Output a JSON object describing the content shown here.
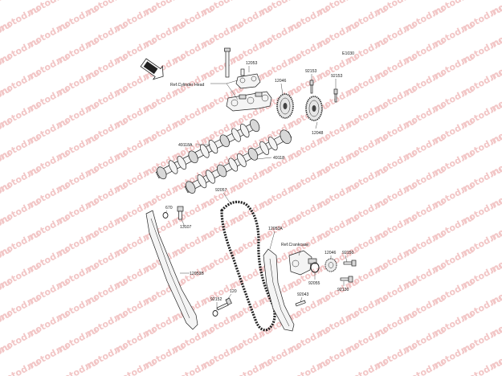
{
  "diagram": {
    "diagram_code": "E1030",
    "watermark_text": "motod.ru",
    "refs": {
      "cylinder_head": "Ref.Cylinder Head",
      "crankcase": "Ref.Crankcase"
    },
    "labels": {
      "p12053": "12053",
      "p12046_upper": "12046",
      "p92153_a": "92153",
      "p92153_b": "92153",
      "p12048": "12048",
      "p49118a": "49118A",
      "p49118": "49118",
      "p92057": "92057",
      "p670": "670",
      "p13107": "13107",
      "p12053a": "12053A",
      "p12046_lower": "12046",
      "p92150": "92150",
      "p92055": "92055",
      "p92130": "92130",
      "p12053b": "12053B",
      "p120": "120",
      "p92152": "92152",
      "p92043": "92043"
    }
  }
}
